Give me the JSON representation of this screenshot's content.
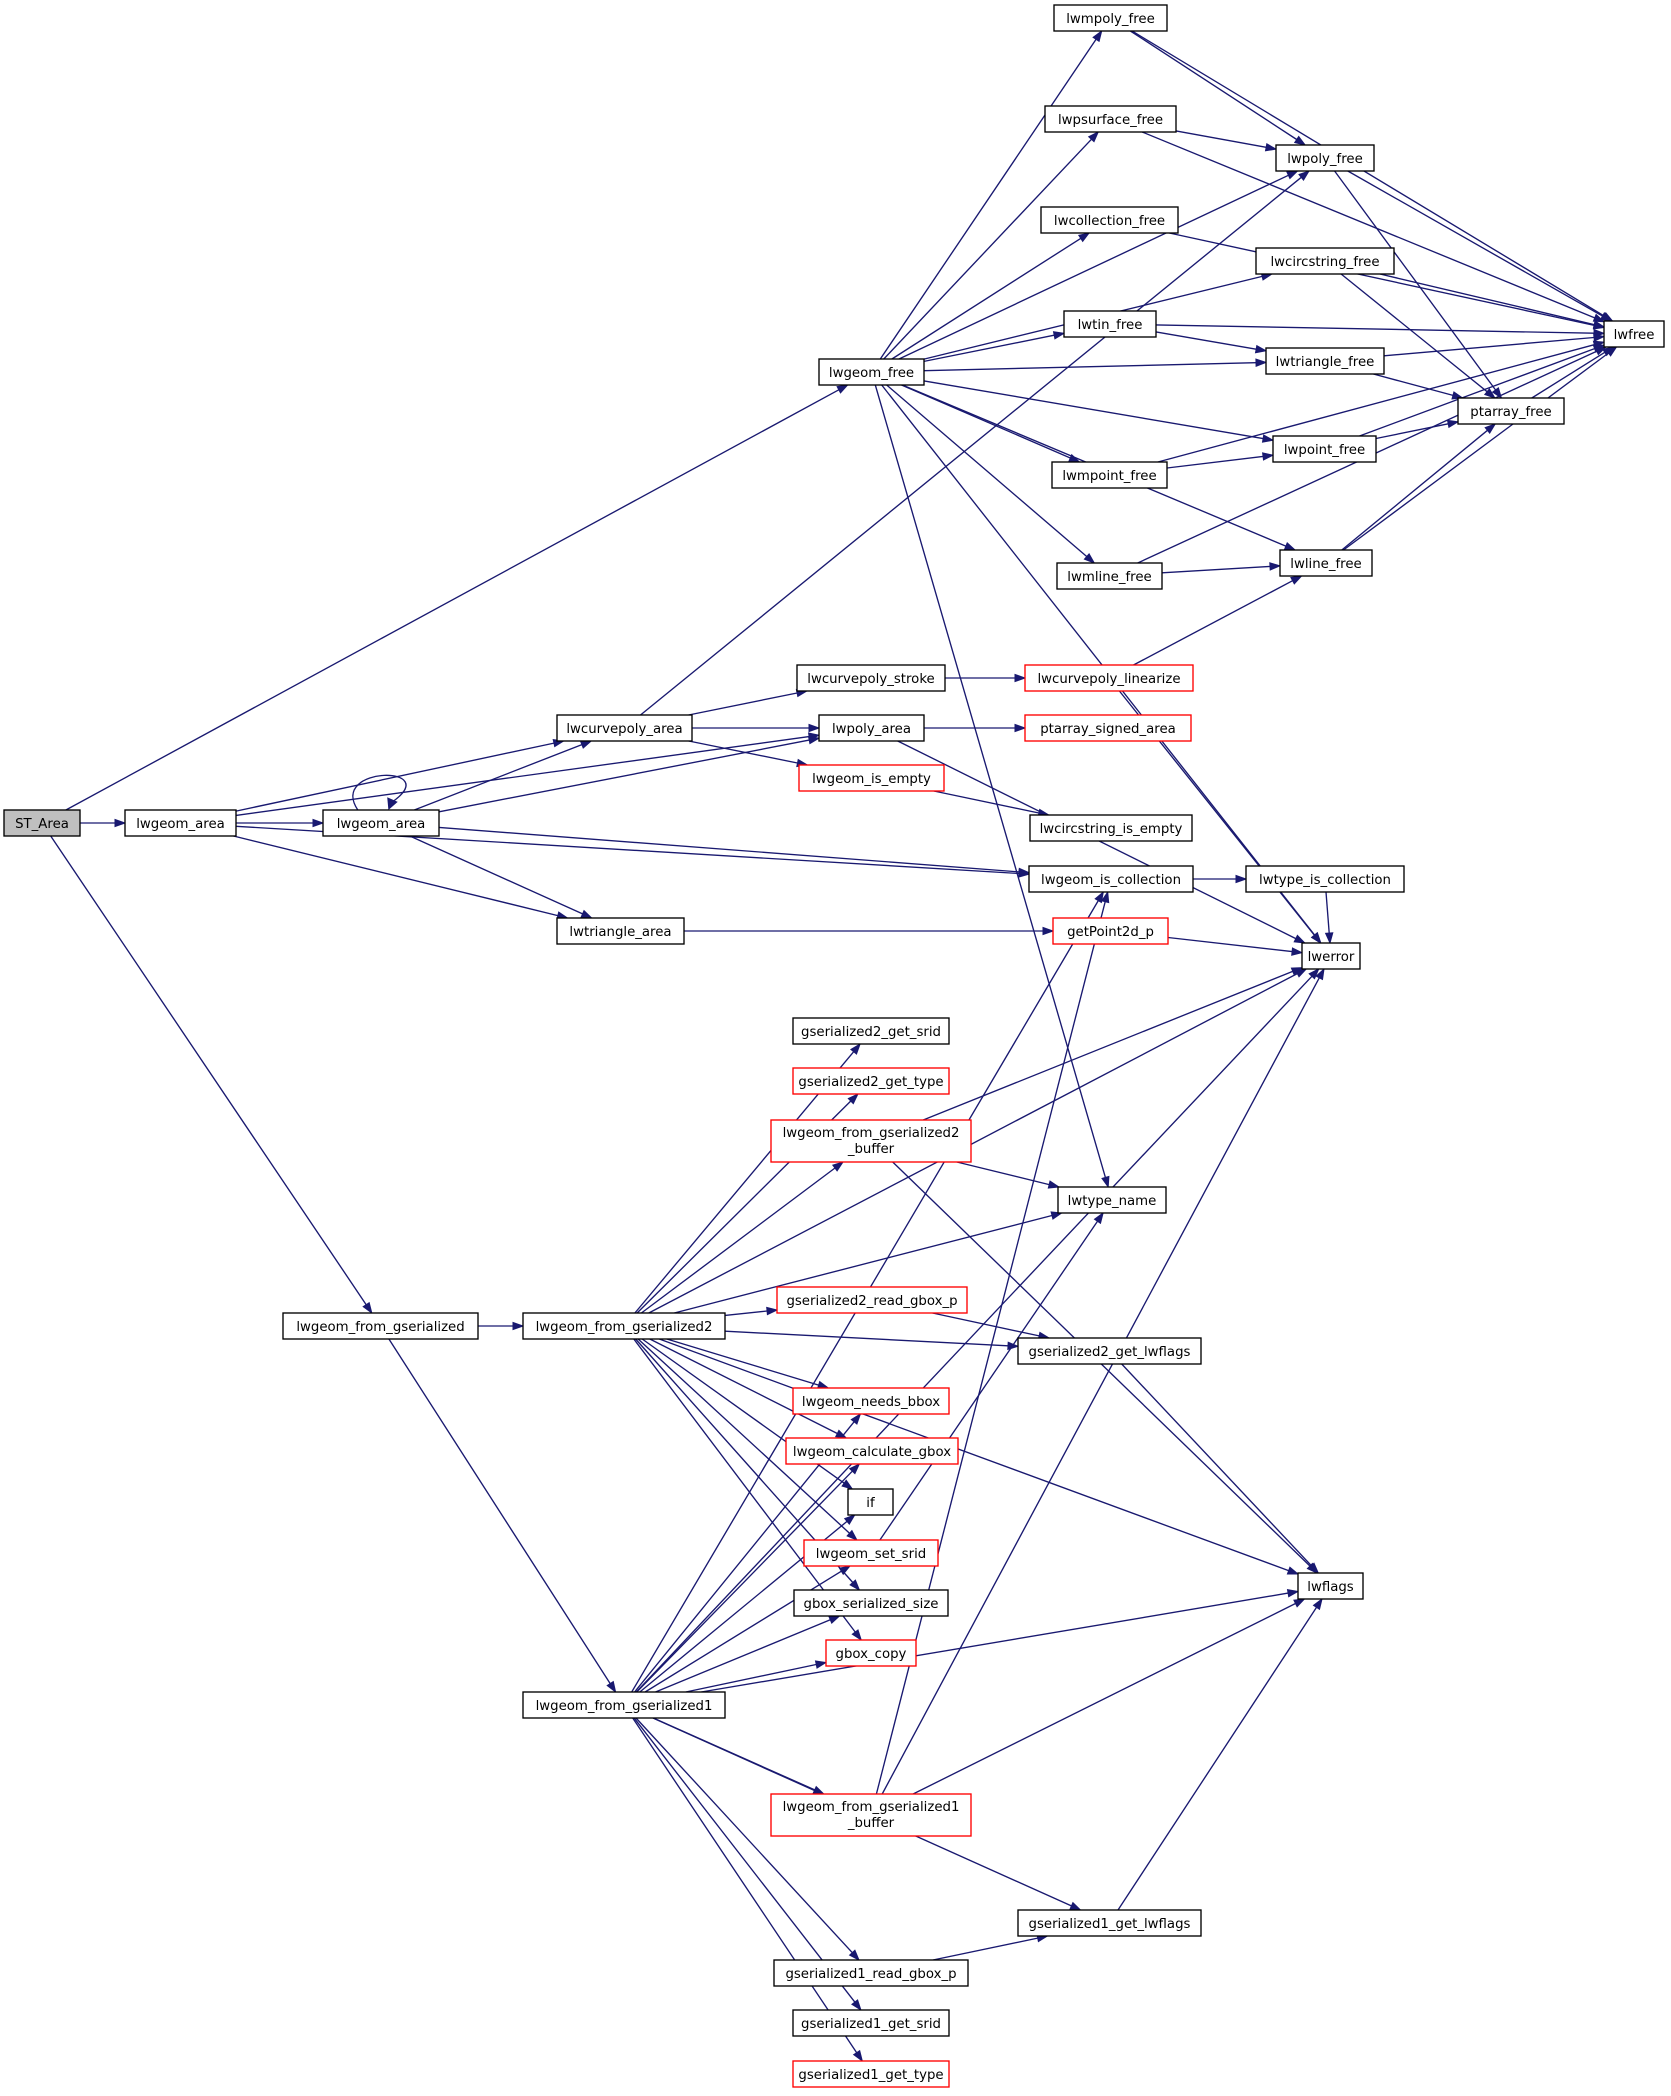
{
  "colors": {
    "edge": "#191970",
    "node_border_default": "#000000",
    "node_border_incomplete": "#ff0000",
    "node_fill": "#ffffff",
    "node_fill_focus": "#bfbfbf"
  },
  "nodes": [
    {
      "id": "st_area",
      "label": "ST_Area",
      "focus": true,
      "incomplete": false
    },
    {
      "id": "lwgeom_area_1",
      "label": "lwgeom_area",
      "incomplete": false
    },
    {
      "id": "lwgeom_from_gserialized",
      "label": "lwgeom_from_gserialized",
      "incomplete": false
    },
    {
      "id": "lwgeom_area_2",
      "label": "lwgeom_area",
      "incomplete": false
    },
    {
      "id": "lwcurvepoly_area",
      "label": "lwcurvepoly_area",
      "incomplete": false
    },
    {
      "id": "lwtriangle_area",
      "label": "lwtriangle_area",
      "incomplete": false
    },
    {
      "id": "lwgeom_free",
      "label": "lwgeom_free",
      "incomplete": false
    },
    {
      "id": "lwpoly_area",
      "label": "lwpoly_area",
      "incomplete": false
    },
    {
      "id": "lwcurvepoly_stroke",
      "label": "lwcurvepoly_stroke",
      "incomplete": false
    },
    {
      "id": "lwgeom_is_empty",
      "label": "lwgeom_is_empty",
      "incomplete": true
    },
    {
      "id": "lwgeom_is_collection",
      "label": "lwgeom_is_collection",
      "incomplete": false
    },
    {
      "id": "getpoint2d_p",
      "label": "getPoint2d_p",
      "incomplete": true
    },
    {
      "id": "lwmpoly_free",
      "label": "lwmpoly_free",
      "incomplete": false
    },
    {
      "id": "lwpsurface_free",
      "label": "lwpsurface_free",
      "incomplete": false
    },
    {
      "id": "lwcollection_free",
      "label": "lwcollection_free",
      "incomplete": false
    },
    {
      "id": "lwtin_free",
      "label": "lwtin_free",
      "incomplete": false
    },
    {
      "id": "lwmpoint_free",
      "label": "lwmpoint_free",
      "incomplete": false
    },
    {
      "id": "lwmline_free",
      "label": "lwmline_free",
      "incomplete": false
    },
    {
      "id": "lwtype_name",
      "label": "lwtype_name",
      "incomplete": false
    },
    {
      "id": "lwpoly_free",
      "label": "lwpoly_free",
      "incomplete": false
    },
    {
      "id": "lwcircstring_free",
      "label": "lwcircstring_free",
      "incomplete": false
    },
    {
      "id": "lwtriangle_free",
      "label": "lwtriangle_free",
      "incomplete": false
    },
    {
      "id": "lwpoint_free",
      "label": "lwpoint_free",
      "incomplete": false
    },
    {
      "id": "lwline_free",
      "label": "lwline_free",
      "incomplete": false
    },
    {
      "id": "ptarray_free",
      "label": "ptarray_free",
      "incomplete": false
    },
    {
      "id": "lwfree",
      "label": "lwfree",
      "incomplete": false
    },
    {
      "id": "lwcurvepoly_linearize",
      "label": "lwcurvepoly_linearize",
      "incomplete": true
    },
    {
      "id": "ptarray_signed_area",
      "label": "ptarray_signed_area",
      "incomplete": true
    },
    {
      "id": "lwerror",
      "label": "lwerror",
      "incomplete": false
    },
    {
      "id": "lwcircstring_is_empty",
      "label": "lwcircstring_is_empty",
      "incomplete": false
    },
    {
      "id": "lwtype_is_collection",
      "label": "lwtype_is_collection",
      "incomplete": false
    },
    {
      "id": "lwgeom_from_gserialized2",
      "label": "lwgeom_from_gserialized2",
      "incomplete": false
    },
    {
      "id": "lwgeom_from_gserialized1",
      "label": "lwgeom_from_gserialized1",
      "incomplete": false
    },
    {
      "id": "gserialized2_get_srid",
      "label": "gserialized2_get_srid",
      "incomplete": false
    },
    {
      "id": "gserialized2_get_type",
      "label": "gserialized2_get_type",
      "incomplete": true
    },
    {
      "id": "lwgeom_from_gserialized2_buffer",
      "label": "lwgeom_from_gserialized2",
      "label2": "_buffer",
      "incomplete": true
    },
    {
      "id": "gserialized2_read_gbox_p",
      "label": "gserialized2_read_gbox_p",
      "incomplete": true
    },
    {
      "id": "gserialized2_get_lwflags",
      "label": "gserialized2_get_lwflags",
      "incomplete": false
    },
    {
      "id": "lwgeom_needs_bbox",
      "label": "lwgeom_needs_bbox",
      "incomplete": true
    },
    {
      "id": "lwgeom_calculate_gbox",
      "label": "lwgeom_calculate_gbox",
      "incomplete": true
    },
    {
      "id": "if",
      "label": "if",
      "incomplete": false
    },
    {
      "id": "lwgeom_set_srid",
      "label": "lwgeom_set_srid",
      "incomplete": true
    },
    {
      "id": "gbox_serialized_size",
      "label": "gbox_serialized_size",
      "incomplete": false
    },
    {
      "id": "gbox_copy",
      "label": "gbox_copy",
      "incomplete": true
    },
    {
      "id": "lwflags",
      "label": "lwflags",
      "incomplete": false
    },
    {
      "id": "lwgeom_from_gserialized1_buffer",
      "label": "lwgeom_from_gserialized1",
      "label2": "_buffer",
      "incomplete": true
    },
    {
      "id": "gserialized1_get_lwflags",
      "label": "gserialized1_get_lwflags",
      "incomplete": false
    },
    {
      "id": "gserialized1_read_gbox_p",
      "label": "gserialized1_read_gbox_p",
      "incomplete": false
    },
    {
      "id": "gserialized1_get_srid",
      "label": "gserialized1_get_srid",
      "incomplete": false
    },
    {
      "id": "gserialized1_get_type",
      "label": "gserialized1_get_type",
      "incomplete": true
    }
  ],
  "edges": [
    [
      "st_area",
      "lwgeom_area_1"
    ],
    [
      "st_area",
      "lwgeom_free"
    ],
    [
      "st_area",
      "lwgeom_from_gserialized"
    ],
    [
      "lwgeom_area_1",
      "lwgeom_area_2"
    ],
    [
      "lwgeom_area_1",
      "lwcurvepoly_area"
    ],
    [
      "lwgeom_area_1",
      "lwpoly_area"
    ],
    [
      "lwgeom_area_1",
      "lwgeom_is_collection"
    ],
    [
      "lwgeom_area_1",
      "lwtriangle_area"
    ],
    [
      "lwgeom_area_2",
      "lwgeom_area_2"
    ],
    [
      "lwgeom_area_2",
      "lwcurvepoly_area"
    ],
    [
      "lwgeom_area_2",
      "lwpoly_area"
    ],
    [
      "lwgeom_area_2",
      "lwgeom_is_collection"
    ],
    [
      "lwgeom_area_2",
      "lwtriangle_area"
    ],
    [
      "lwcurvepoly_area",
      "lwpoly_free"
    ],
    [
      "lwcurvepoly_area",
      "lwcurvepoly_stroke"
    ],
    [
      "lwcurvepoly_area",
      "lwpoly_area"
    ],
    [
      "lwcurvepoly_area",
      "lwgeom_is_empty"
    ],
    [
      "lwtriangle_area",
      "getpoint2d_p"
    ],
    [
      "lwgeom_free",
      "lwmpoly_free"
    ],
    [
      "lwgeom_free",
      "lwpsurface_free"
    ],
    [
      "lwgeom_free",
      "lwpoly_free"
    ],
    [
      "lwgeom_free",
      "lwcollection_free"
    ],
    [
      "lwgeom_free",
      "lwcircstring_free"
    ],
    [
      "lwgeom_free",
      "lwtin_free"
    ],
    [
      "lwgeom_free",
      "lwtriangle_free"
    ],
    [
      "lwgeom_free",
      "lwpoint_free"
    ],
    [
      "lwgeom_free",
      "lwmpoint_free"
    ],
    [
      "lwgeom_free",
      "lwline_free"
    ],
    [
      "lwgeom_free",
      "lwmline_free"
    ],
    [
      "lwgeom_free",
      "lwerror"
    ],
    [
      "lwgeom_free",
      "lwtype_name"
    ],
    [
      "lwmpoly_free",
      "lwpoly_free"
    ],
    [
      "lwmpoly_free",
      "lwfree"
    ],
    [
      "lwpsurface_free",
      "lwpoly_free"
    ],
    [
      "lwpsurface_free",
      "lwfree"
    ],
    [
      "lwcollection_free",
      "lwfree"
    ],
    [
      "lwcircstring_free",
      "ptarray_free"
    ],
    [
      "lwcircstring_free",
      "lwfree"
    ],
    [
      "lwtin_free",
      "lwtriangle_free"
    ],
    [
      "lwtin_free",
      "lwfree"
    ],
    [
      "lwtriangle_free",
      "ptarray_free"
    ],
    [
      "lwtriangle_free",
      "lwfree"
    ],
    [
      "lwmpoint_free",
      "lwpoint_free"
    ],
    [
      "lwmpoint_free",
      "lwfree"
    ],
    [
      "lwmline_free",
      "lwline_free"
    ],
    [
      "lwmline_free",
      "lwfree"
    ],
    [
      "lwpoly_free",
      "ptarray_free"
    ],
    [
      "lwpoly_free",
      "lwfree"
    ],
    [
      "lwpoint_free",
      "ptarray_free"
    ],
    [
      "lwpoint_free",
      "lwfree"
    ],
    [
      "lwline_free",
      "ptarray_free"
    ],
    [
      "lwline_free",
      "lwfree"
    ],
    [
      "ptarray_free",
      "lwfree"
    ],
    [
      "lwcurvepoly_stroke",
      "lwcurvepoly_linearize"
    ],
    [
      "lwcurvepoly_linearize",
      "lwline_free"
    ],
    [
      "lwcurvepoly_linearize",
      "lwerror"
    ],
    [
      "lwpoly_area",
      "ptarray_signed_area"
    ],
    [
      "lwpoly_area",
      "lwerror"
    ],
    [
      "lwgeom_is_empty",
      "lwcircstring_is_empty"
    ],
    [
      "lwgeom_is_collection",
      "lwtype_is_collection"
    ],
    [
      "lwtype_is_collection",
      "lwerror"
    ],
    [
      "getpoint2d_p",
      "lwerror"
    ],
    [
      "lwgeom_from_gserialized",
      "lwgeom_from_gserialized2"
    ],
    [
      "lwgeom_from_gserialized",
      "lwgeom_from_gserialized1"
    ],
    [
      "lwgeom_from_gserialized2",
      "lwerror"
    ],
    [
      "lwgeom_from_gserialized2",
      "gserialized2_get_srid"
    ],
    [
      "lwgeom_from_gserialized2",
      "gserialized2_get_type"
    ],
    [
      "lwgeom_from_gserialized2",
      "lwgeom_from_gserialized2_buffer"
    ],
    [
      "lwgeom_from_gserialized2",
      "lwtype_name"
    ],
    [
      "lwgeom_from_gserialized2",
      "lwflags"
    ],
    [
      "lwgeom_from_gserialized2",
      "gserialized2_read_gbox_p"
    ],
    [
      "lwgeom_from_gserialized2",
      "gserialized2_get_lwflags"
    ],
    [
      "lwgeom_from_gserialized2",
      "lwgeom_needs_bbox"
    ],
    [
      "lwgeom_from_gserialized2",
      "lwgeom_calculate_gbox"
    ],
    [
      "lwgeom_from_gserialized2",
      "if"
    ],
    [
      "lwgeom_from_gserialized2",
      "lwgeom_set_srid"
    ],
    [
      "lwgeom_from_gserialized2",
      "gbox_serialized_size"
    ],
    [
      "lwgeom_from_gserialized2",
      "gbox_copy"
    ],
    [
      "lwgeom_from_gserialized2_buffer",
      "lwerror"
    ],
    [
      "lwgeom_from_gserialized2_buffer",
      "lwtype_name"
    ],
    [
      "lwgeom_from_gserialized2_buffer",
      "lwflags"
    ],
    [
      "gserialized2_read_gbox_p",
      "gserialized2_get_lwflags"
    ],
    [
      "gserialized2_get_lwflags",
      "lwflags"
    ],
    [
      "lwgeom_set_srid",
      "lwtype_name"
    ],
    [
      "lwgeom_from_gserialized1",
      "lwgeom_needs_bbox"
    ],
    [
      "lwgeom_from_gserialized1",
      "lwgeom_calculate_gbox"
    ],
    [
      "lwgeom_from_gserialized1",
      "if"
    ],
    [
      "lwgeom_from_gserialized1",
      "lwgeom_set_srid"
    ],
    [
      "lwgeom_from_gserialized1",
      "gbox_serialized_size"
    ],
    [
      "lwgeom_from_gserialized1",
      "gbox_copy"
    ],
    [
      "lwgeom_from_gserialized1",
      "lwgeom_is_collection"
    ],
    [
      "lwgeom_from_gserialized1",
      "lwerror"
    ],
    [
      "lwgeom_from_gserialized1",
      "lwgeom_from_gserialized1_buffer"
    ],
    [
      "lwgeom_from_gserialized1",
      "lwflags"
    ],
    [
      "lwgeom_from_gserialized1",
      "gserialized1_get_lwflags"
    ],
    [
      "lwgeom_from_gserialized1",
      "gserialized1_read_gbox_p"
    ],
    [
      "lwgeom_from_gserialized1",
      "gserialized1_get_srid"
    ],
    [
      "lwgeom_from_gserialized1",
      "gserialized1_get_type"
    ],
    [
      "lwgeom_from_gserialized1_buffer",
      "lwgeom_is_collection"
    ],
    [
      "lwgeom_from_gserialized1_buffer",
      "lwerror"
    ],
    [
      "lwgeom_from_gserialized1_buffer",
      "lwflags"
    ],
    [
      "gserialized1_read_gbox_p",
      "gserialized1_get_lwflags"
    ],
    [
      "gserialized1_get_lwflags",
      "lwflags"
    ]
  ]
}
